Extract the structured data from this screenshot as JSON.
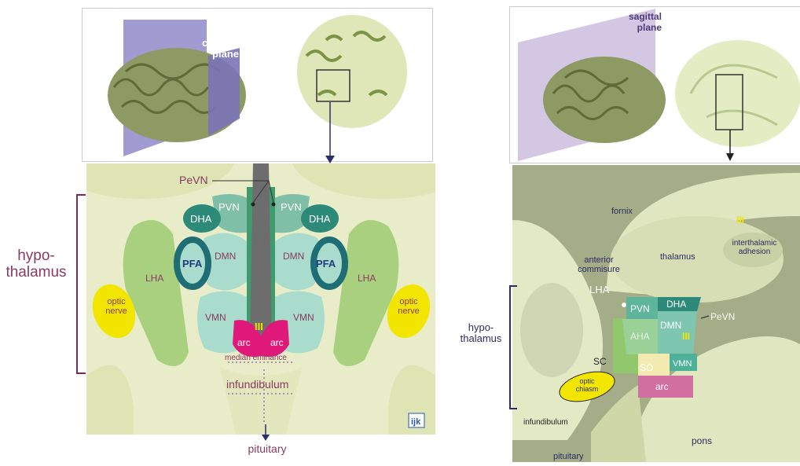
{
  "coronal": {
    "plane_label": "coronal\nplane",
    "regions": {
      "pevn": "PeVN",
      "pvn_left": "PVN",
      "pvn_right": "PVN",
      "dha_left": "DHA",
      "dha_right": "DHA",
      "dmn_left": "DMN",
      "dmn_right": "DMN",
      "pfa_left": "PFA",
      "pfa_right": "PFA",
      "lha_left": "LHA",
      "lha_right": "LHA",
      "vmn_left": "VMN",
      "vmn_right": "VMN",
      "ventricle": "III",
      "arc_left": "arc",
      "arc_right": "arc",
      "median_eminence": "median eminance",
      "infundibulum": "infundibulum",
      "optic_nerve_left": "optic\nnerve",
      "optic_nerve_right": "optic\nnerve",
      "pituitary": "pituitary"
    },
    "side_label": "hypo-\nthalamus",
    "logo": "ijk"
  },
  "sagittal": {
    "plane_label": "sagittal\nplane",
    "regions": {
      "fornix": "fornix",
      "ventricle_top": "III",
      "interthalamic": "interthalamic\nadhesion",
      "thalamus": "thalamus",
      "anterior_commisure": "anterior\ncommisure",
      "lha": "LHA",
      "pvn": "PVN",
      "dha": "DHA",
      "pevn": "PeVN",
      "aha": "AHA",
      "dmn": "DMN",
      "ventricle": "III",
      "sc": "SC",
      "so": "SO",
      "vmn": "VMN",
      "arc": "arc",
      "optic_chiasm": "optic\nchiasm",
      "infundibulum": "infundibulum",
      "pons": "pons",
      "pituitary": "pituitary"
    },
    "side_label": "hypo-\nthalamus"
  },
  "colors": {
    "tissue": "#e8ecc8",
    "lha": "#a9d07f",
    "teal_light": "#a9dccc",
    "teal_dark": "#2e8a78",
    "pink": "#e0187a",
    "yellow": "#f2e600",
    "label_purple": "#8b3a62",
    "label_navy": "#2c2c60"
  }
}
